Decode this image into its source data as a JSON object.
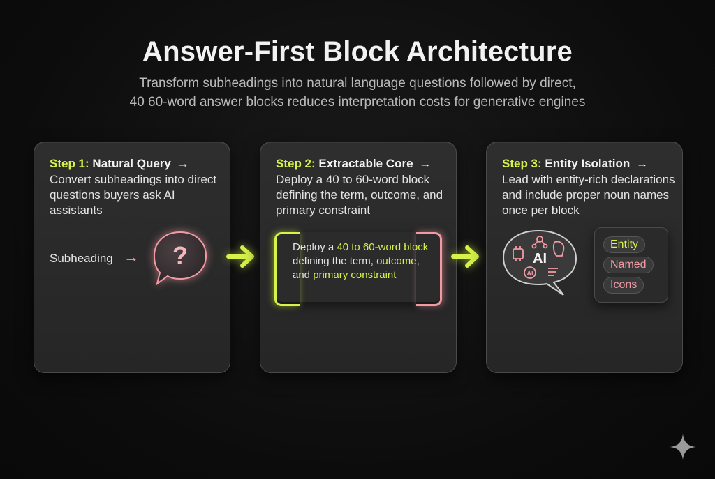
{
  "title": "Answer-First Block Architecture",
  "subtitle_line1": "Transform subheadings into natural language questions followed by direct,",
  "subtitle_line2": "40 60-word answer blocks reduces interpretation costs for generative engines",
  "colors": {
    "accent_green": "#d7f24a",
    "accent_pink": "#f19aa4",
    "background": "#0e0e0e",
    "card": "#2a2a2a"
  },
  "steps": [
    {
      "number": "Step 1:",
      "name": "Natural Query",
      "arrow": "→",
      "body": "Convert subheadings into direct questions buyers ask AI assistants",
      "flow_label": "Subheading",
      "flow_arrow": "→",
      "icon": "question-bubble-icon",
      "bubble_glyph": "?"
    },
    {
      "number": "Step 2:",
      "name": "Extractable Core",
      "arrow": "→",
      "body": "Deploy a 40 to 60-word block defining the term, outcome, and primary constraint",
      "snippet": {
        "part1": "Deploy a ",
        "hl1": "40 to 60-word block",
        "part2": " defining the term, ",
        "hl2": "outcome",
        "part3": ", and ",
        "hl3": "primary constraint"
      }
    },
    {
      "number": "Step 3:",
      "name": "Entity Isolation",
      "arrow": "→",
      "body": "Lead with entity-rich declarations and include proper noun names once per block",
      "icon": "ai-entity-bubble-icon",
      "bubble_glyph": "AI",
      "mini_ai": "AI",
      "tags": [
        "Entity",
        "Named",
        "Icons"
      ]
    }
  ],
  "connectors": [
    "arrow-right-icon",
    "arrow-right-icon"
  ],
  "corner_icon": "sparkle-icon"
}
